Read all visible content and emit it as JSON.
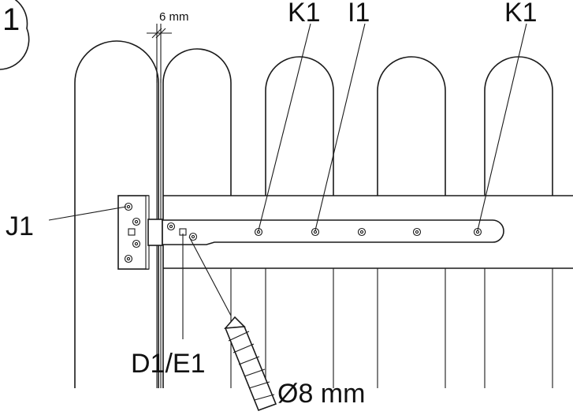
{
  "step_number": "1",
  "dimension_gap": "6 mm",
  "labels": {
    "k1_left": "K1",
    "i1": "I1",
    "k1_right": "K1",
    "j1": "J1",
    "d1e1": "D1/E1",
    "drill": "Ø8 mm"
  }
}
